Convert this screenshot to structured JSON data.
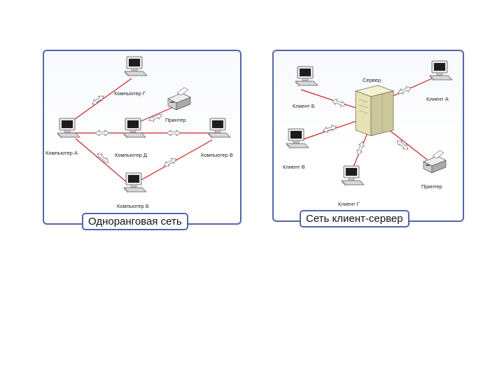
{
  "peer": {
    "caption": "Одноранговая сеть",
    "nodes": {
      "comp_g": "Компьютер Г",
      "comp_a": "Компьютер А",
      "comp_v": "Компьютер В",
      "comp_d": "Компьютер Д",
      "comp_b": "Компьютер Б",
      "printer": "Принтер"
    }
  },
  "client_server": {
    "caption": "Сеть клиент-сервер",
    "nodes": {
      "server": "Сервер",
      "client_b": "Клиент Б",
      "client_a": "Клиент А",
      "client_v": "Клиент В",
      "client_g": "Клиент Г",
      "printer": "Принтер"
    }
  },
  "colors": {
    "frame": "#5566a8",
    "link": "#cc2222"
  }
}
